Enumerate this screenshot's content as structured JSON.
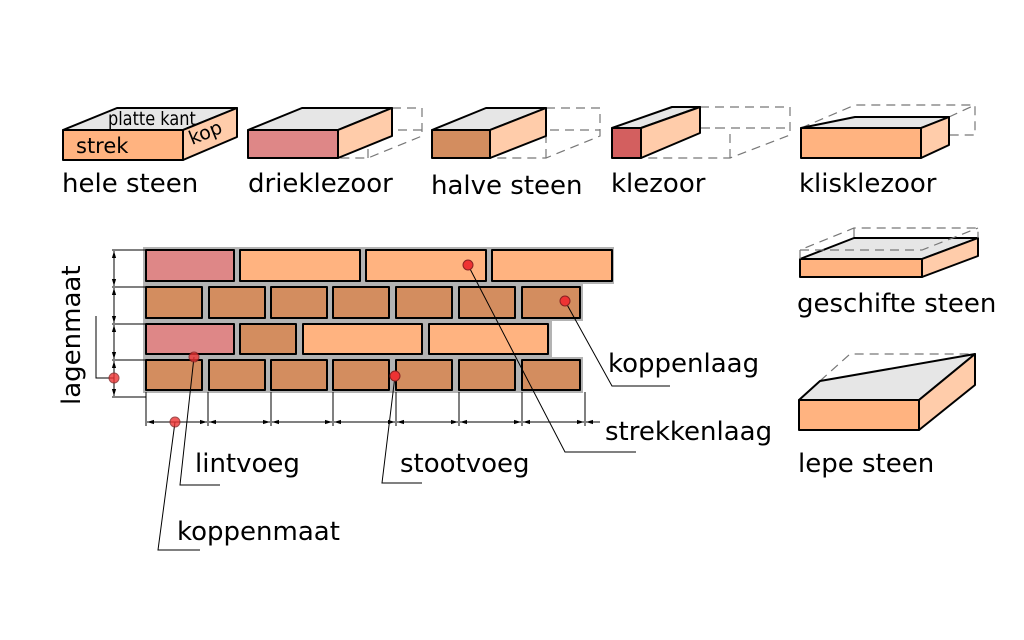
{
  "colors": {
    "strek": "#ffb380",
    "kop": "#ffccaa",
    "top": "#e6e6e6",
    "drieklezoor": "#de8787",
    "halve_steen": "#d38d5f",
    "klezoor": "#d35f5f",
    "mortar": "#b3b3b3",
    "marker": "#ee3333"
  },
  "brick_types": {
    "hele_steen": {
      "label": "hele steen",
      "face_top": "platte kant",
      "face_front": "strek",
      "face_side": "kop"
    },
    "drieklezoor": {
      "label": "drieklezoor"
    },
    "halve_steen": {
      "label": "halve steen"
    },
    "klezoor": {
      "label": "klezoor"
    },
    "klisklezoor": {
      "label": "klisklezoor"
    },
    "geschifte_steen": {
      "label": "geschifte steen"
    },
    "lepe_steen": {
      "label": "lepe steen"
    }
  },
  "wall": {
    "lagenmaat": "lagenmaat",
    "koppenlaag": "koppenlaag",
    "strekkenlaag": "strekkenlaag",
    "lintvoeg": "lintvoeg",
    "stootvoeg": "stootvoeg",
    "koppenmaat": "koppenmaat"
  }
}
